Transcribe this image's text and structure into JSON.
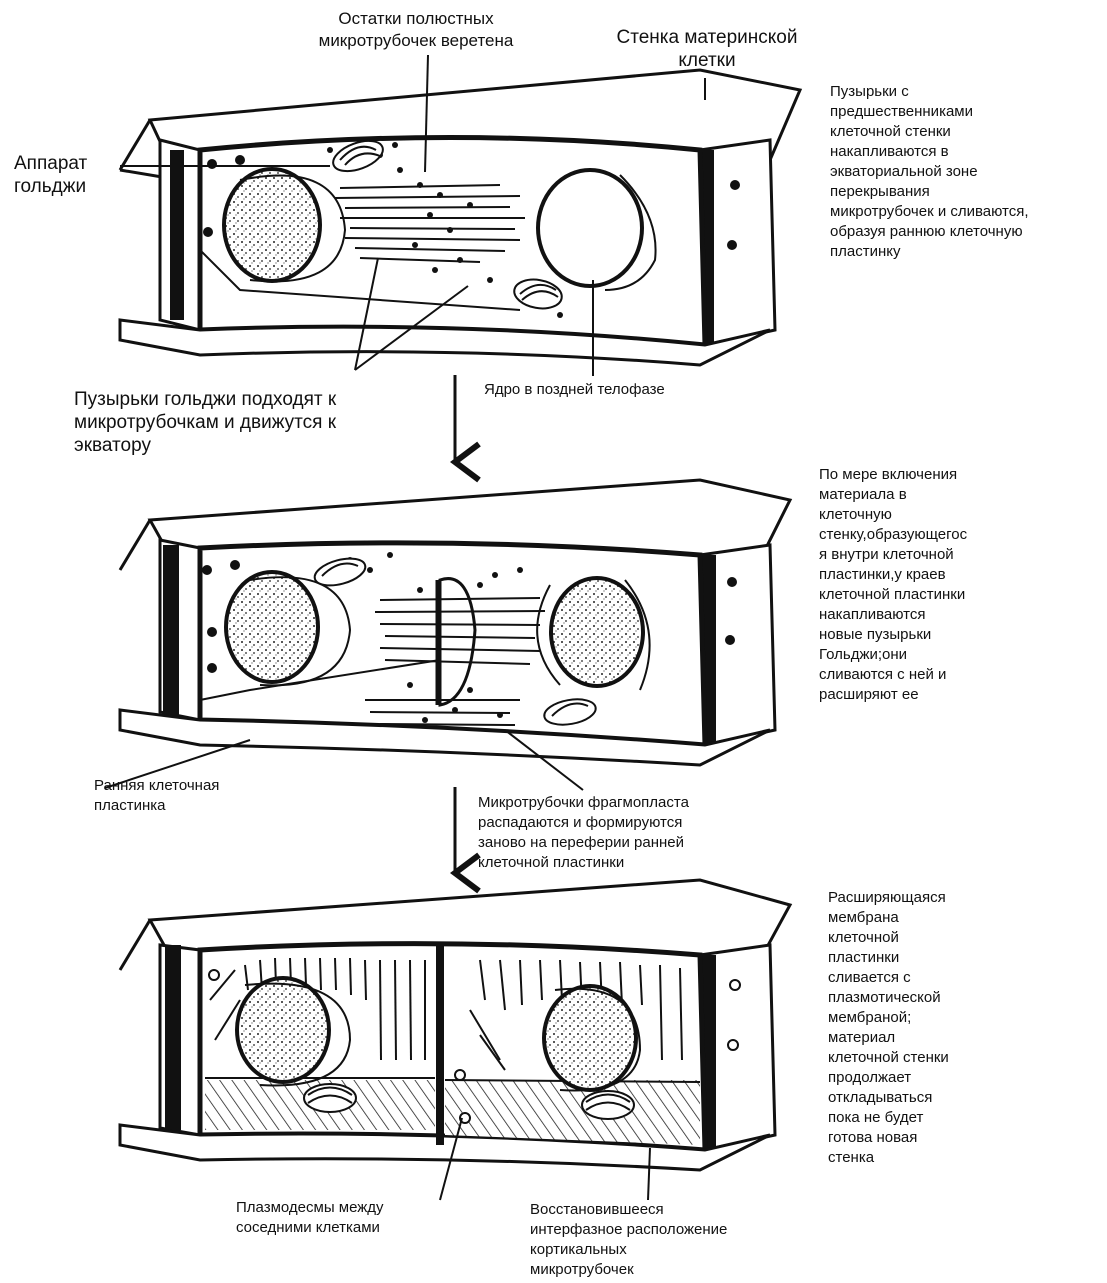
{
  "colors": {
    "ink": "#111111",
    "background": "#ffffff"
  },
  "panels": [
    {
      "stage": "late-telophase-golgi-vesicles",
      "labels": {
        "spindle_remnants": "Остатки полюстных\nмикротрубочек веретена",
        "mother_cell_wall": "Стенка материнской\nклетки",
        "golgi_apparatus": "Аппарат\nгольджи",
        "vesicles_fuse": "Пузырьки с\nпредшественниками\nклеточной стенки\nнакапливаются в\nэкваториальной зоне\nперекрывания\nмикротрубочек и сливаются,\nобразуя раннюю клеточную\nпластинку",
        "golgi_vesicles_move": "Пузырьки гольджи подходят к\nмикротрубочкам и движутся к\nэкватору",
        "nucleus_late_telophase": "Ядро в поздней телофазе"
      }
    },
    {
      "stage": "early-cell-plate",
      "labels": {
        "plate_expansion": "По мере включения\nматериала в\nклеточную\nстенку,образующегос\nя внутри клеточной\nпластинки,у краев\nклеточной пластинки\nнакапливаются\nновые пузырьки\nГольджи;они\nсливаются с ней и\nрасширяют ее",
        "early_cell_plate": "Ранняя клеточная\nпластинка",
        "phragmoplast_microtubules": "Микротрубочки фрагмопласта\nраспадаются и формируются\nзаново на переферии ранней\nклеточной пластинки"
      }
    },
    {
      "stage": "new-wall-formation",
      "labels": {
        "membrane_fusion": "Расширяющаяся\nмембрана\nклеточной\nпластинки\nсливается с\nплазмотической\nмембраной;\nматериал\nклеточной стенки\nпродолжает\nоткладываться\nпока не будет\nготова новая\nстенка",
        "plasmodesmata": "Плазмодесмы между\nсоседними клетками",
        "cortical_microtubules": "Восстановившееся\nинтерфазное расположение\n кортикальных\nмикротрубочек"
      }
    }
  ]
}
